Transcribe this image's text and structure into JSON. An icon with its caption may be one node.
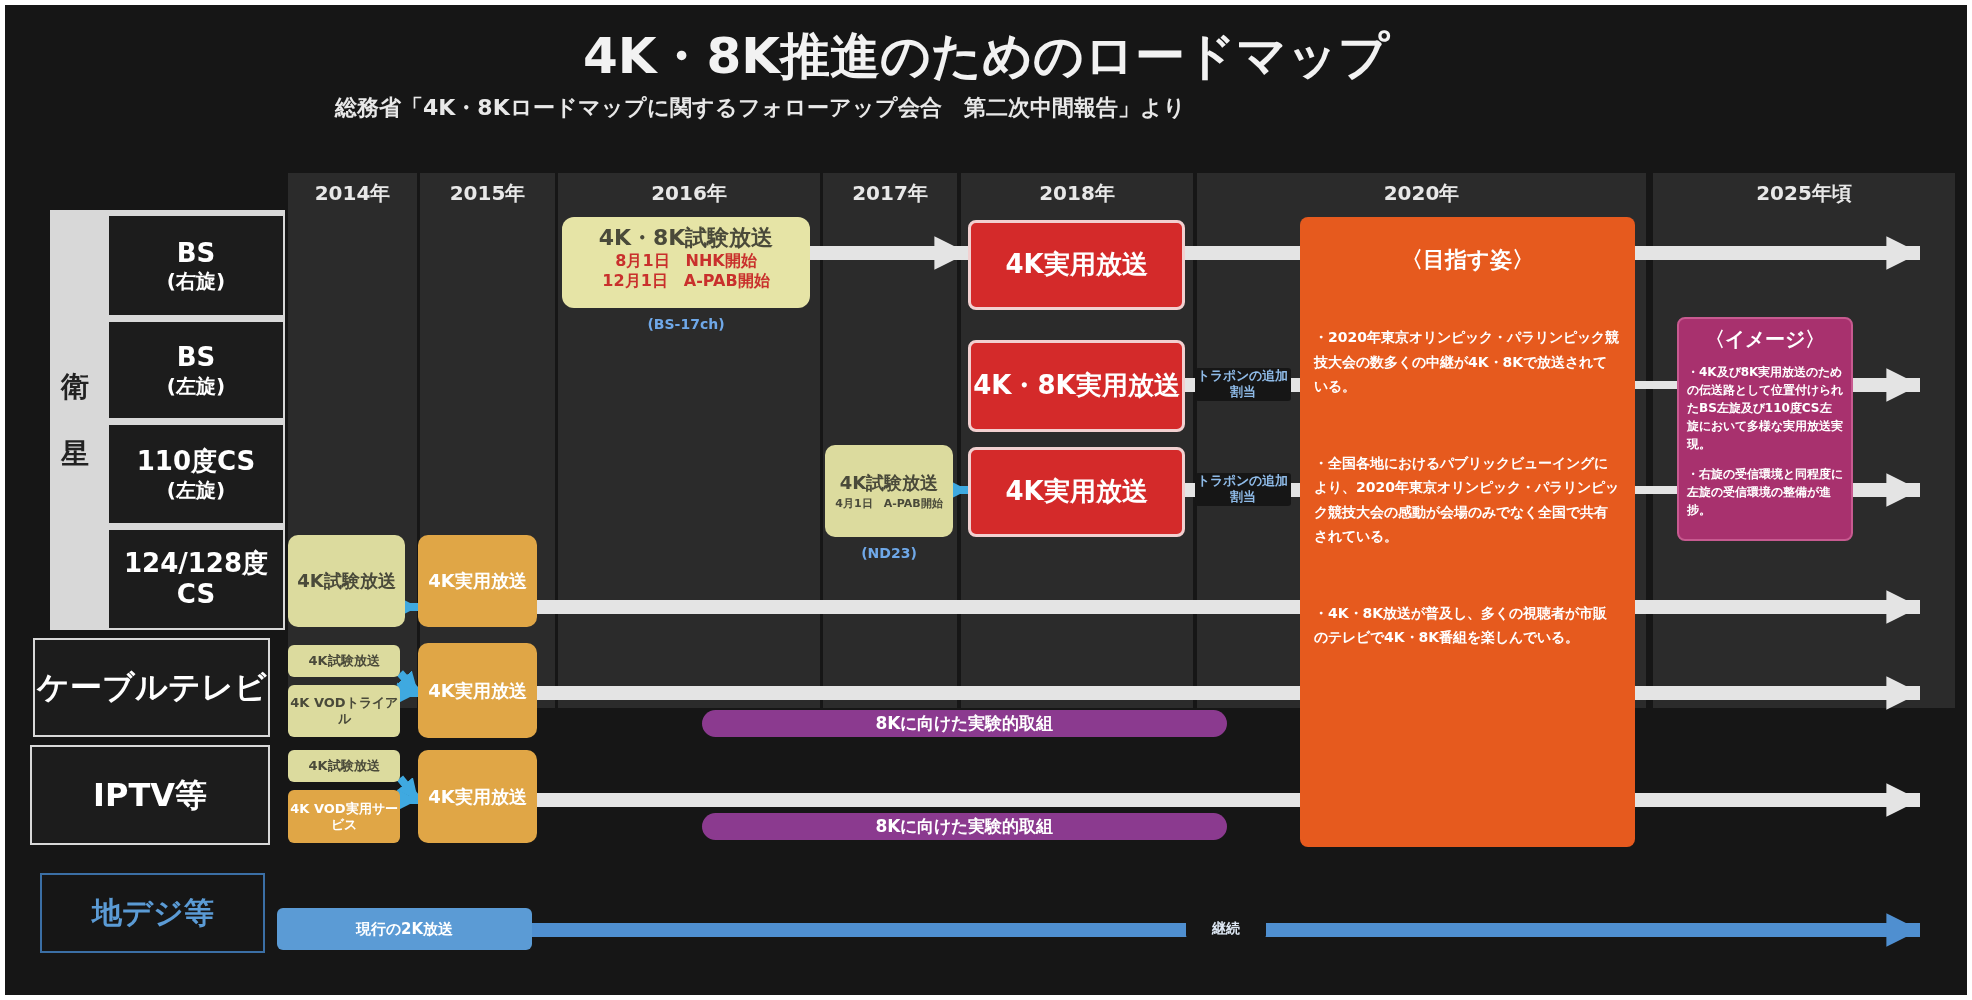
{
  "diagram": {
    "title": "4K・8K推進のためのロードマップ",
    "nodes": [
      {
        "text": [
          "衛星"
        ]
      },
      {
        "text": [
          "BS",
          "(右旋)"
        ],
        "in": 0
      },
      {
        "text": [
          "BS",
          "(左旋)"
        ],
        "in": 0
      },
      {
        "text": [
          "110度CS",
          "(左旋)"
        ],
        "in": 0
      },
      {
        "text": [
          "124/128度CS"
        ],
        "in": 0
      },
      {
        "text": [
          "ケーブルテレビ"
        ]
      },
      {
        "text": [
          "IPTV等"
        ]
      },
      {
        "text": [
          "地デジ等"
        ]
      },
      {
        "text": [
          "4K・8K試験放送",
          "8月1日　NHK開始",
          "12月1日　A-PAB開始"
        ],
        "beside": [
          "(BS-17ch)"
        ]
      },
      {
        "text": [
          "4K実用放送"
        ]
      },
      {
        "text": [
          "4K・8K実用放送"
        ]
      },
      {
        "text": [
          "4K試験放送",
          "4月1日　A-PAB開始"
        ],
        "beside": [
          "(ND23)"
        ]
      },
      {
        "text": [
          "4K実用放送"
        ]
      },
      {
        "text": [
          "4K試験放送"
        ]
      },
      {
        "text": [
          "4K実用放送"
        ]
      },
      {
        "text": [
          "4K試験放送"
        ]
      },
      {
        "text": [
          "4K VODトライアル"
        ]
      },
      {
        "text": [
          "4K実用放送"
        ]
      },
      {
        "text": [
          "8Kに向けた実験的取組"
        ]
      },
      {
        "text": [
          "4K試験放送"
        ]
      },
      {
        "text": [
          "4K VOD実用サービス"
        ]
      },
      {
        "text": [
          "4K実用放送"
        ]
      },
      {
        "text": [
          "8Kに向けた実験的取組"
        ]
      },
      {
        "text": [
          "〈目指す姿〉",
          "・2020年東京オリンピック・パラリンピック競技大会の数多くの中継が4K・8Kで放送されている。",
          "・全国各地におけるパブリックビューイングにより、2020年東京オリンピック・パラリンピック競技大会の感動が会場のみでなく全国で共有されている。",
          "・4K・8K放送が普及し、多くの視聴者が市販のテレビで4K・8K番組を楽しんでいる。"
        ]
      },
      {
        "text": [
          "〈イメージ〉",
          "・4K及び8K実用放送のための伝送路として位置付けられたBS左旋及び110度CS左旋において多様な実用放送実現。",
          "・右旋の受信環境と同程度に左旋の受信環境の整備が進捗。"
        ]
      },
      {
        "text": [
          "現行の2K放送"
        ]
      }
    ],
    "edges": [
      {
        "from": 8,
        "to": 9,
        "arrow": "to"
      },
      {
        "from": 9,
        "to": 23,
        "arrow": "none"
      },
      {
        "from": 23,
        "to": null,
        "arrow": "to"
      },
      {
        "from": 10,
        "to": 23,
        "arrow": "none",
        "label": "トラポンの追加割当"
      },
      {
        "from": 23,
        "to": 24,
        "arrow": "none"
      },
      {
        "from": 24,
        "to": null,
        "arrow": "to"
      },
      {
        "from": 11,
        "to": 12,
        "arrow": "to",
        "color": "#3fa9e0"
      },
      {
        "from": 12,
        "to": 23,
        "arrow": "none",
        "label": "トラポンの追加割当"
      },
      {
        "from": 23,
        "to": 24,
        "arrow": "none"
      },
      {
        "from": 24,
        "to": null,
        "arrow": "to"
      },
      {
        "from": 13,
        "to": 14,
        "arrow": "to",
        "color": "#3fa9e0"
      },
      {
        "from": 14,
        "to": 23,
        "arrow": "none"
      },
      {
        "from": 23,
        "to": null,
        "arrow": "to"
      },
      {
        "from": 15,
        "to": 17,
        "arrow": "to",
        "color": "#3fa9e0"
      },
      {
        "from": 16,
        "to": 17,
        "arrow": "to",
        "color": "#3fa9e0"
      },
      {
        "from": 17,
        "to": 23,
        "arrow": "none"
      },
      {
        "from": 23,
        "to": null,
        "arrow": "to"
      },
      {
        "from": 19,
        "to": 21,
        "arrow": "to",
        "color": "#3fa9e0"
      },
      {
        "from": 20,
        "to": 21,
        "arrow": "to",
        "color": "#3fa9e0"
      },
      {
        "from": 21,
        "to": 23,
        "arrow": "none"
      },
      {
        "from": 23,
        "to": null,
        "arrow": "to"
      },
      {
        "from": 25,
        "to": null,
        "arrow": "to",
        "label": "継続",
        "color": "#4f8fd0"
      }
    ],
    "labels": [
      "総務省「4K・8Kロードマップに関するフォローアップ会合　第二次中間報告」より",
      "2014年",
      "2015年",
      "2016年",
      "2017年",
      "2018年",
      "2020年",
      "2025年頃"
    ]
  }
}
